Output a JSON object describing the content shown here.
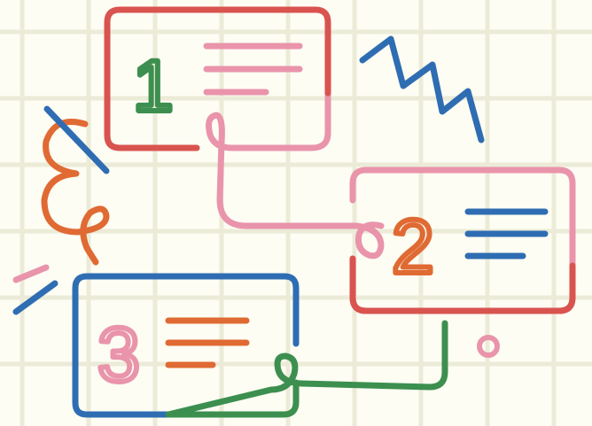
{
  "background_color": "#fdfdf3",
  "grid_color": "#ecebd8",
  "palette": {
    "red": "#d9534f",
    "pink": "#e994ab",
    "green": "#3c8f4f",
    "blue": "#2f6db3",
    "orange": "#e06a33"
  },
  "cards": [
    {
      "number": "1",
      "frame_color": "#d9534f",
      "number_color": "#3c8f4f",
      "lines_color": "#e994ab"
    },
    {
      "number": "2",
      "frame_color": "#e994ab",
      "number_color": "#e06a33",
      "lines_color": "#2f6db3"
    },
    {
      "number": "3",
      "frame_color": "#2f6db3",
      "number_color": "#e994ab",
      "lines_color": "#e06a33"
    }
  ],
  "connectors": [
    {
      "from": "1",
      "to": "2",
      "color": "#e994ab"
    },
    {
      "from": "2",
      "to": "3",
      "color": "#3c8f4f"
    }
  ],
  "decorations": [
    "zigzag-doodle",
    "squiggle-doodle",
    "slash-doodle",
    "dash-marks-doodle",
    "small-circle-doodle"
  ]
}
